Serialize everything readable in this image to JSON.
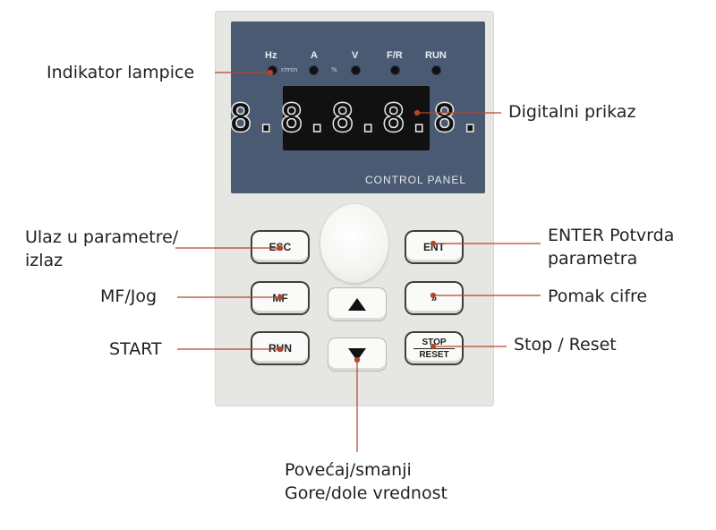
{
  "panel": {
    "leds": [
      {
        "label": "Hz",
        "unit": ""
      },
      {
        "label": "A",
        "unit": "r/min"
      },
      {
        "label": "V",
        "unit": "%"
      },
      {
        "label": "F/R",
        "unit": ""
      },
      {
        "label": "RUN",
        "unit": ""
      }
    ],
    "display_value": "8.8.8.8.8.",
    "title": "CONTROL PANEL"
  },
  "keys": {
    "esc": "ESC",
    "ent": "ENT",
    "mf": "MF",
    "shift": "»",
    "run": "RUN",
    "stop_top": "STOP",
    "stop_bottom": "RESET"
  },
  "callouts": {
    "indicators": "Indikator lampice",
    "display": "Digitalni prikaz",
    "esc": "Ulaz u parametre/ izlaz",
    "ent": "ENTER Potvrda parametra",
    "mf": "MF/Jog",
    "shift": "Pomak cifre",
    "start": "START",
    "stop": "Stop / Reset",
    "updown_line1": "Povećaj/smanji",
    "updown_line2": "Gore/dole vrednost"
  },
  "colors": {
    "callout_line": "#b5462a",
    "panel_blue": "#4a5a73",
    "device_body": "#e6e7e2"
  }
}
